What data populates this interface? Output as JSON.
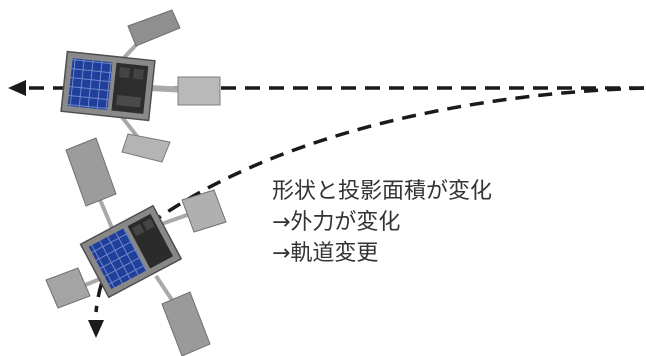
{
  "caption": {
    "line1": "形状と投影面積が変化",
    "line2": "→外力が変化",
    "line3": "→軌道変更"
  },
  "colors": {
    "path": "#1a1a1a",
    "satellite_body": "#8a8a8a",
    "solar_cell": "#1f3f9a",
    "boom_panel": "#9c9c9c",
    "text": "#333333"
  },
  "icons": [
    "satellite-compact-icon",
    "satellite-expanded-icon",
    "trajectory-arrow-icon"
  ]
}
